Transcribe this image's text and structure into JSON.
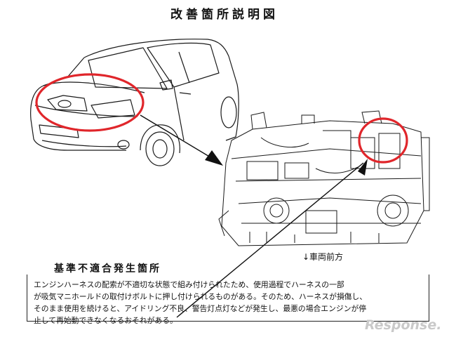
{
  "title": "改善箇所説明図",
  "direction_label": "↓車両前方",
  "section_title": "基準不適合発生箇所",
  "description": "エンジンハーネスの配索が不適切な状態で組み付けられたため、使用過程でハーネスの一部\nが吸気マニホールドの取付けボルトに押し付けられるものがある。そのため、ハーネスが損傷し、\nそのまま使用を続けると、アイドリング不良、警告灯点灯などが発生し、最悪の場合エンジンが停\n止して再始動できなくなるおそれがある。",
  "watermark": "Response.",
  "colors": {
    "highlight": "#e0262b",
    "line": "#1a1a1a"
  }
}
